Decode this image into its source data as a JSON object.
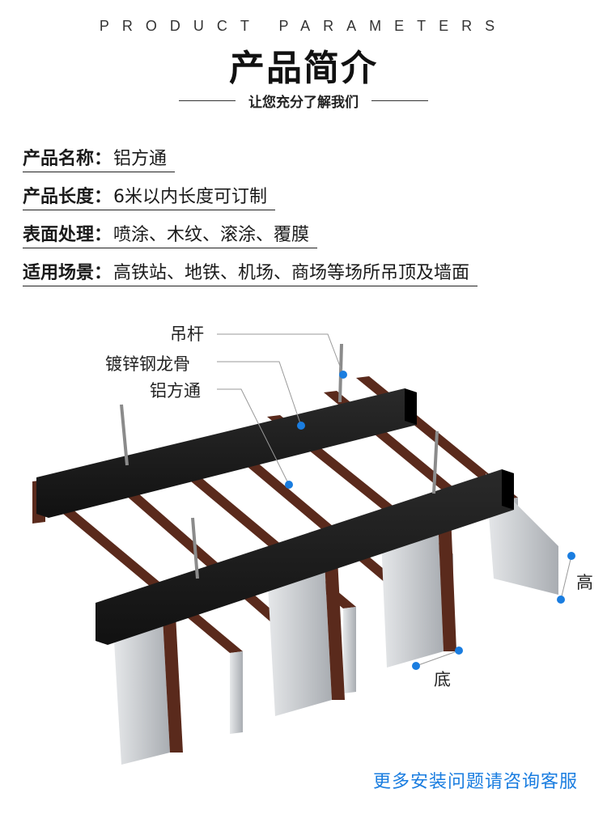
{
  "header": {
    "eyebrow": "PRODUCT PARAMETERS",
    "title": "产品简介",
    "subtitle": "让您充分了解我们"
  },
  "params": [
    {
      "label": "产品名称：",
      "value": "铝方通"
    },
    {
      "label": "产品长度：",
      "value": "6米以内长度可订制"
    },
    {
      "label": "表面处理：",
      "value": "喷涂、木纹、滚涂、覆膜"
    },
    {
      "label": "适用场景：",
      "value": "高铁站、地铁、机场、商场等场所吊顶及墙面"
    }
  ],
  "diagram": {
    "callouts": {
      "hanger": "吊杆",
      "keel": "镀锌钢龙骨",
      "tube": "铝方通",
      "height": "高",
      "bottom": "底"
    },
    "colors": {
      "accent": "#1a7de0",
      "keel": "#1b1b1b",
      "tube_face": "#5a2a1c",
      "tube_side": "#c9ccd0"
    }
  },
  "footer": {
    "contact": "更多安装问题请咨询客服"
  }
}
